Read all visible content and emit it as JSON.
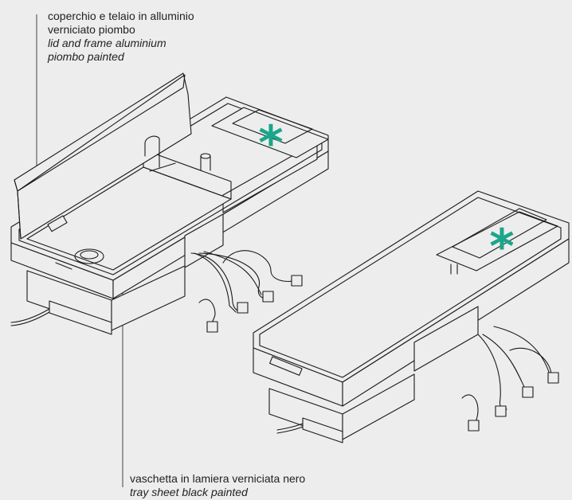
{
  "labels": {
    "lid_frame": {
      "line1": "coperchio e telaio in alluminio",
      "line2": "verniciato piombo",
      "line3": "lid and frame aluminium",
      "line4": "piombo painted"
    },
    "tray": {
      "line1": "vaschetta in lamiera verniciata nero",
      "line2": "tray sheet black painted"
    }
  },
  "colors": {
    "accent": "#1aa68a",
    "line": "#1a1a1a",
    "background": "#ededed"
  },
  "icons": {
    "marker": "asterisk"
  }
}
